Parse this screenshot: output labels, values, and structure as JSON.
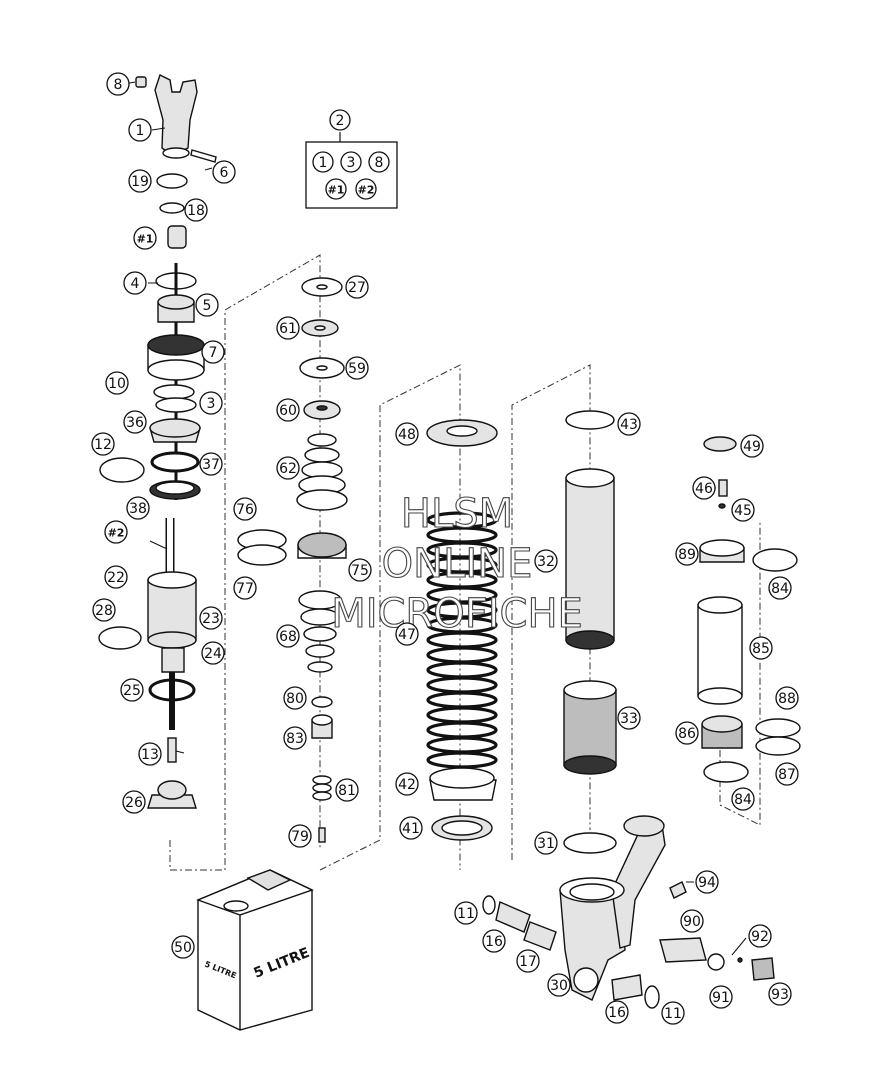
{
  "watermark": {
    "line1": "HLSM",
    "line2": "ONLINE",
    "line3": "MICROFICHE"
  },
  "kit_box": {
    "callout": "2",
    "items": [
      "1",
      "3",
      "8"
    ],
    "refs": [
      "#1",
      "#2"
    ]
  },
  "container_label": {
    "large": "5 LITRE",
    "small": "5 LITRE"
  },
  "callouts": [
    {
      "label": "8"
    },
    {
      "label": "1"
    },
    {
      "label": "6"
    },
    {
      "label": "19"
    },
    {
      "label": "18"
    },
    {
      "label": "#1"
    },
    {
      "label": "4"
    },
    {
      "label": "5"
    },
    {
      "label": "7"
    },
    {
      "label": "10"
    },
    {
      "label": "3"
    },
    {
      "label": "36"
    },
    {
      "label": "12"
    },
    {
      "label": "37"
    },
    {
      "label": "38"
    },
    {
      "label": "#2"
    },
    {
      "label": "22"
    },
    {
      "label": "28"
    },
    {
      "label": "23"
    },
    {
      "label": "24"
    },
    {
      "label": "25"
    },
    {
      "label": "13"
    },
    {
      "label": "26"
    },
    {
      "label": "27"
    },
    {
      "label": "61"
    },
    {
      "label": "59"
    },
    {
      "label": "60"
    },
    {
      "label": "62"
    },
    {
      "label": "76"
    },
    {
      "label": "77"
    },
    {
      "label": "75"
    },
    {
      "label": "68"
    },
    {
      "label": "80"
    },
    {
      "label": "83"
    },
    {
      "label": "81"
    },
    {
      "label": "79"
    },
    {
      "label": "48"
    },
    {
      "label": "47"
    },
    {
      "label": "42"
    },
    {
      "label": "41"
    },
    {
      "label": "43"
    },
    {
      "label": "32"
    },
    {
      "label": "33"
    },
    {
      "label": "31"
    },
    {
      "label": "49"
    },
    {
      "label": "46"
    },
    {
      "label": "45"
    },
    {
      "label": "89"
    },
    {
      "label": "84"
    },
    {
      "label": "85"
    },
    {
      "label": "88"
    },
    {
      "label": "86"
    },
    {
      "label": "87"
    },
    {
      "label": "84"
    },
    {
      "label": "94"
    },
    {
      "label": "90"
    },
    {
      "label": "92"
    },
    {
      "label": "91"
    },
    {
      "label": "93"
    },
    {
      "label": "11"
    },
    {
      "label": "16"
    },
    {
      "label": "17"
    },
    {
      "label": "30"
    },
    {
      "label": "16"
    },
    {
      "label": "11"
    },
    {
      "label": "50"
    }
  ]
}
